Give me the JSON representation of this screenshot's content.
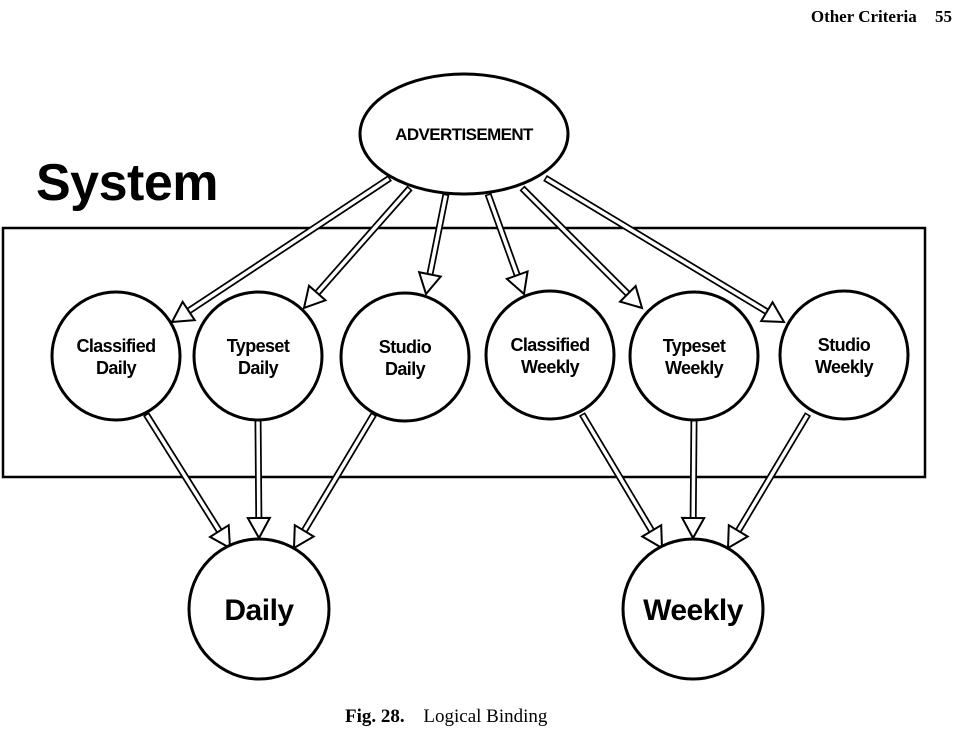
{
  "header": {
    "running_title": "Other Criteria",
    "page_number": "55"
  },
  "system_label": "System",
  "nodes": {
    "advertisement": "ADVERTISEMENT",
    "classified_daily": [
      "Classified",
      "Daily"
    ],
    "typeset_daily": [
      "Typeset",
      "Daily"
    ],
    "studio_daily": [
      "Studio",
      "Daily"
    ],
    "classified_weekly": [
      "Classified",
      "Weekly"
    ],
    "typeset_weekly": [
      "Typeset",
      "Weekly"
    ],
    "studio_weekly": [
      "Studio",
      "Weekly"
    ],
    "daily": "Daily",
    "weekly": "Weekly"
  },
  "edges": [
    [
      "advertisement",
      "classified_daily"
    ],
    [
      "advertisement",
      "typeset_daily"
    ],
    [
      "advertisement",
      "studio_daily"
    ],
    [
      "advertisement",
      "classified_weekly"
    ],
    [
      "advertisement",
      "typeset_weekly"
    ],
    [
      "advertisement",
      "studio_weekly"
    ],
    [
      "classified_daily",
      "daily"
    ],
    [
      "typeset_daily",
      "daily"
    ],
    [
      "studio_daily",
      "daily"
    ],
    [
      "classified_weekly",
      "weekly"
    ],
    [
      "typeset_weekly",
      "weekly"
    ],
    [
      "studio_weekly",
      "weekly"
    ]
  ],
  "caption": {
    "number": "Fig. 28.",
    "text": "Logical Binding"
  }
}
